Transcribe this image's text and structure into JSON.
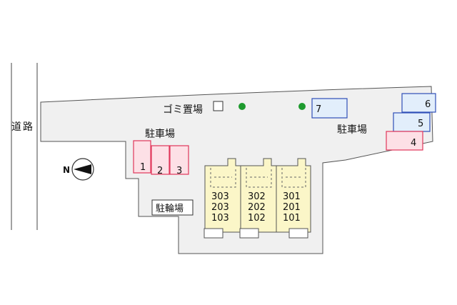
{
  "road_label": "道路",
  "garbage_label": "ゴミ置場",
  "parking_left_label": "駐車場",
  "parking_right_label": "駐車場",
  "bicycle_label": "駐輪場",
  "compass_letter": "N",
  "parking_left_spaces": [
    "1",
    "2",
    "3"
  ],
  "parking_right_spaces": [
    "4",
    "5",
    "6",
    "7"
  ],
  "units": [
    {
      "rooms": [
        "303",
        "203",
        "103"
      ]
    },
    {
      "rooms": [
        "302",
        "202",
        "102"
      ]
    },
    {
      "rooms": [
        "301",
        "201",
        "101"
      ]
    }
  ],
  "colors": {
    "site": "#f0f0f0",
    "building": "#fbf6c8",
    "parking_red_fill": "#fde0e6",
    "parking_red_stroke": "#e0365a",
    "parking_blue_fill": "#e2eefb",
    "parking_blue_stroke": "#2f4fb8",
    "tree": "#1e9a2e"
  }
}
